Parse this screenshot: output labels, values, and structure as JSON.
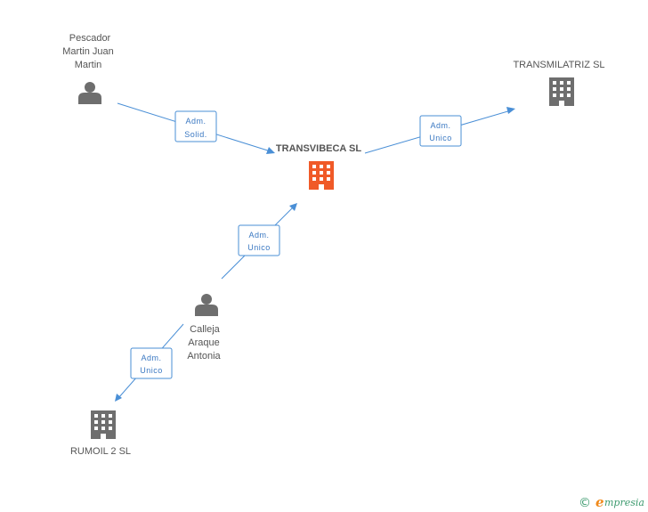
{
  "nodes": {
    "pescador": {
      "name_lines": [
        "Pescador",
        "Martin Juan",
        "Martin"
      ],
      "type": "person",
      "icon": "person-icon",
      "color": "#6e6e6e"
    },
    "calleja": {
      "name_lines": [
        "Calleja",
        "Araque",
        "Antonia"
      ],
      "type": "person",
      "icon": "person-icon",
      "color": "#6e6e6e"
    },
    "transvibeca": {
      "name": "TRANSVIBECA SL",
      "type": "company",
      "icon": "building-icon",
      "color": "#f05a28"
    },
    "transmilatriz": {
      "name": "TRANSMILATRIZ SL",
      "type": "company",
      "icon": "building-icon",
      "color": "#6e6e6e"
    },
    "rumoil": {
      "name": "RUMOIL 2 SL",
      "type": "company",
      "icon": "building-icon",
      "color": "#6e6e6e"
    }
  },
  "relations": {
    "pescador_transvibeca": {
      "line1": "Adm.",
      "line2": "Solid."
    },
    "transvibeca_transmilatriz": {
      "line1": "Adm.",
      "line2": "Unico"
    },
    "calleja_transvibeca": {
      "line1": "Adm.",
      "line2": "Unico"
    },
    "calleja_rumoil": {
      "line1": "Adm.",
      "line2": "Unico"
    }
  },
  "colors": {
    "edge": "#4a8fd6",
    "label_text": "#555555"
  },
  "brand": {
    "copyright": "©",
    "initial": "e",
    "rest": "mpresia"
  }
}
